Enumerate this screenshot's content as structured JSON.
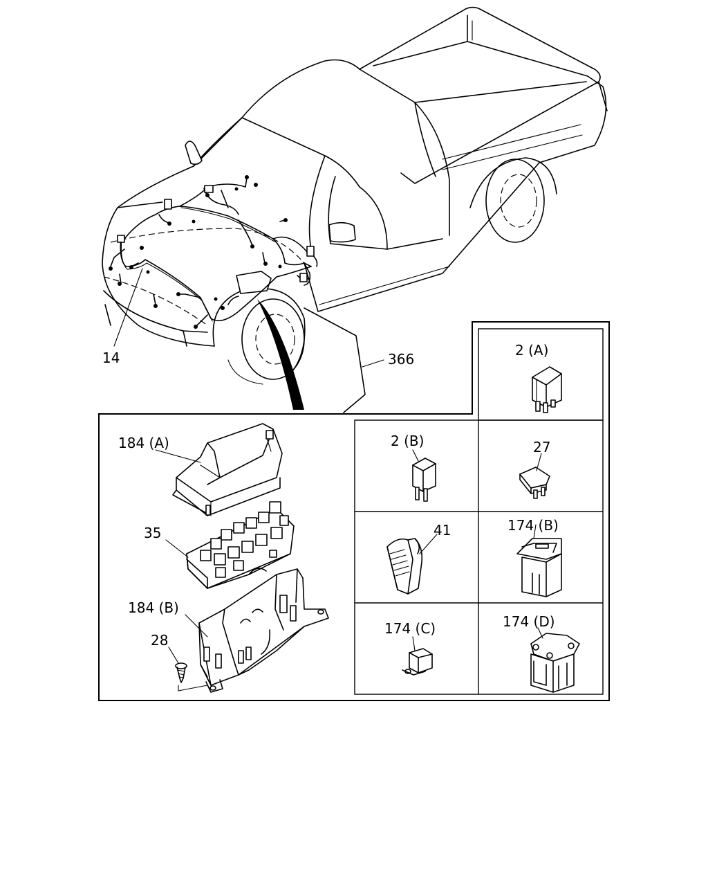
{
  "callouts": {
    "c14": "14",
    "c366": "366",
    "c184a": "184 (A)",
    "c35": "35",
    "c184b": "184 (B)",
    "c28": "28",
    "c2a": "2 (A)",
    "c2b": "2 (B)",
    "c27": "27",
    "c41": "41",
    "c174b": "174 (B)",
    "c174c": "174 (C)",
    "c174d": "174 (D)"
  }
}
